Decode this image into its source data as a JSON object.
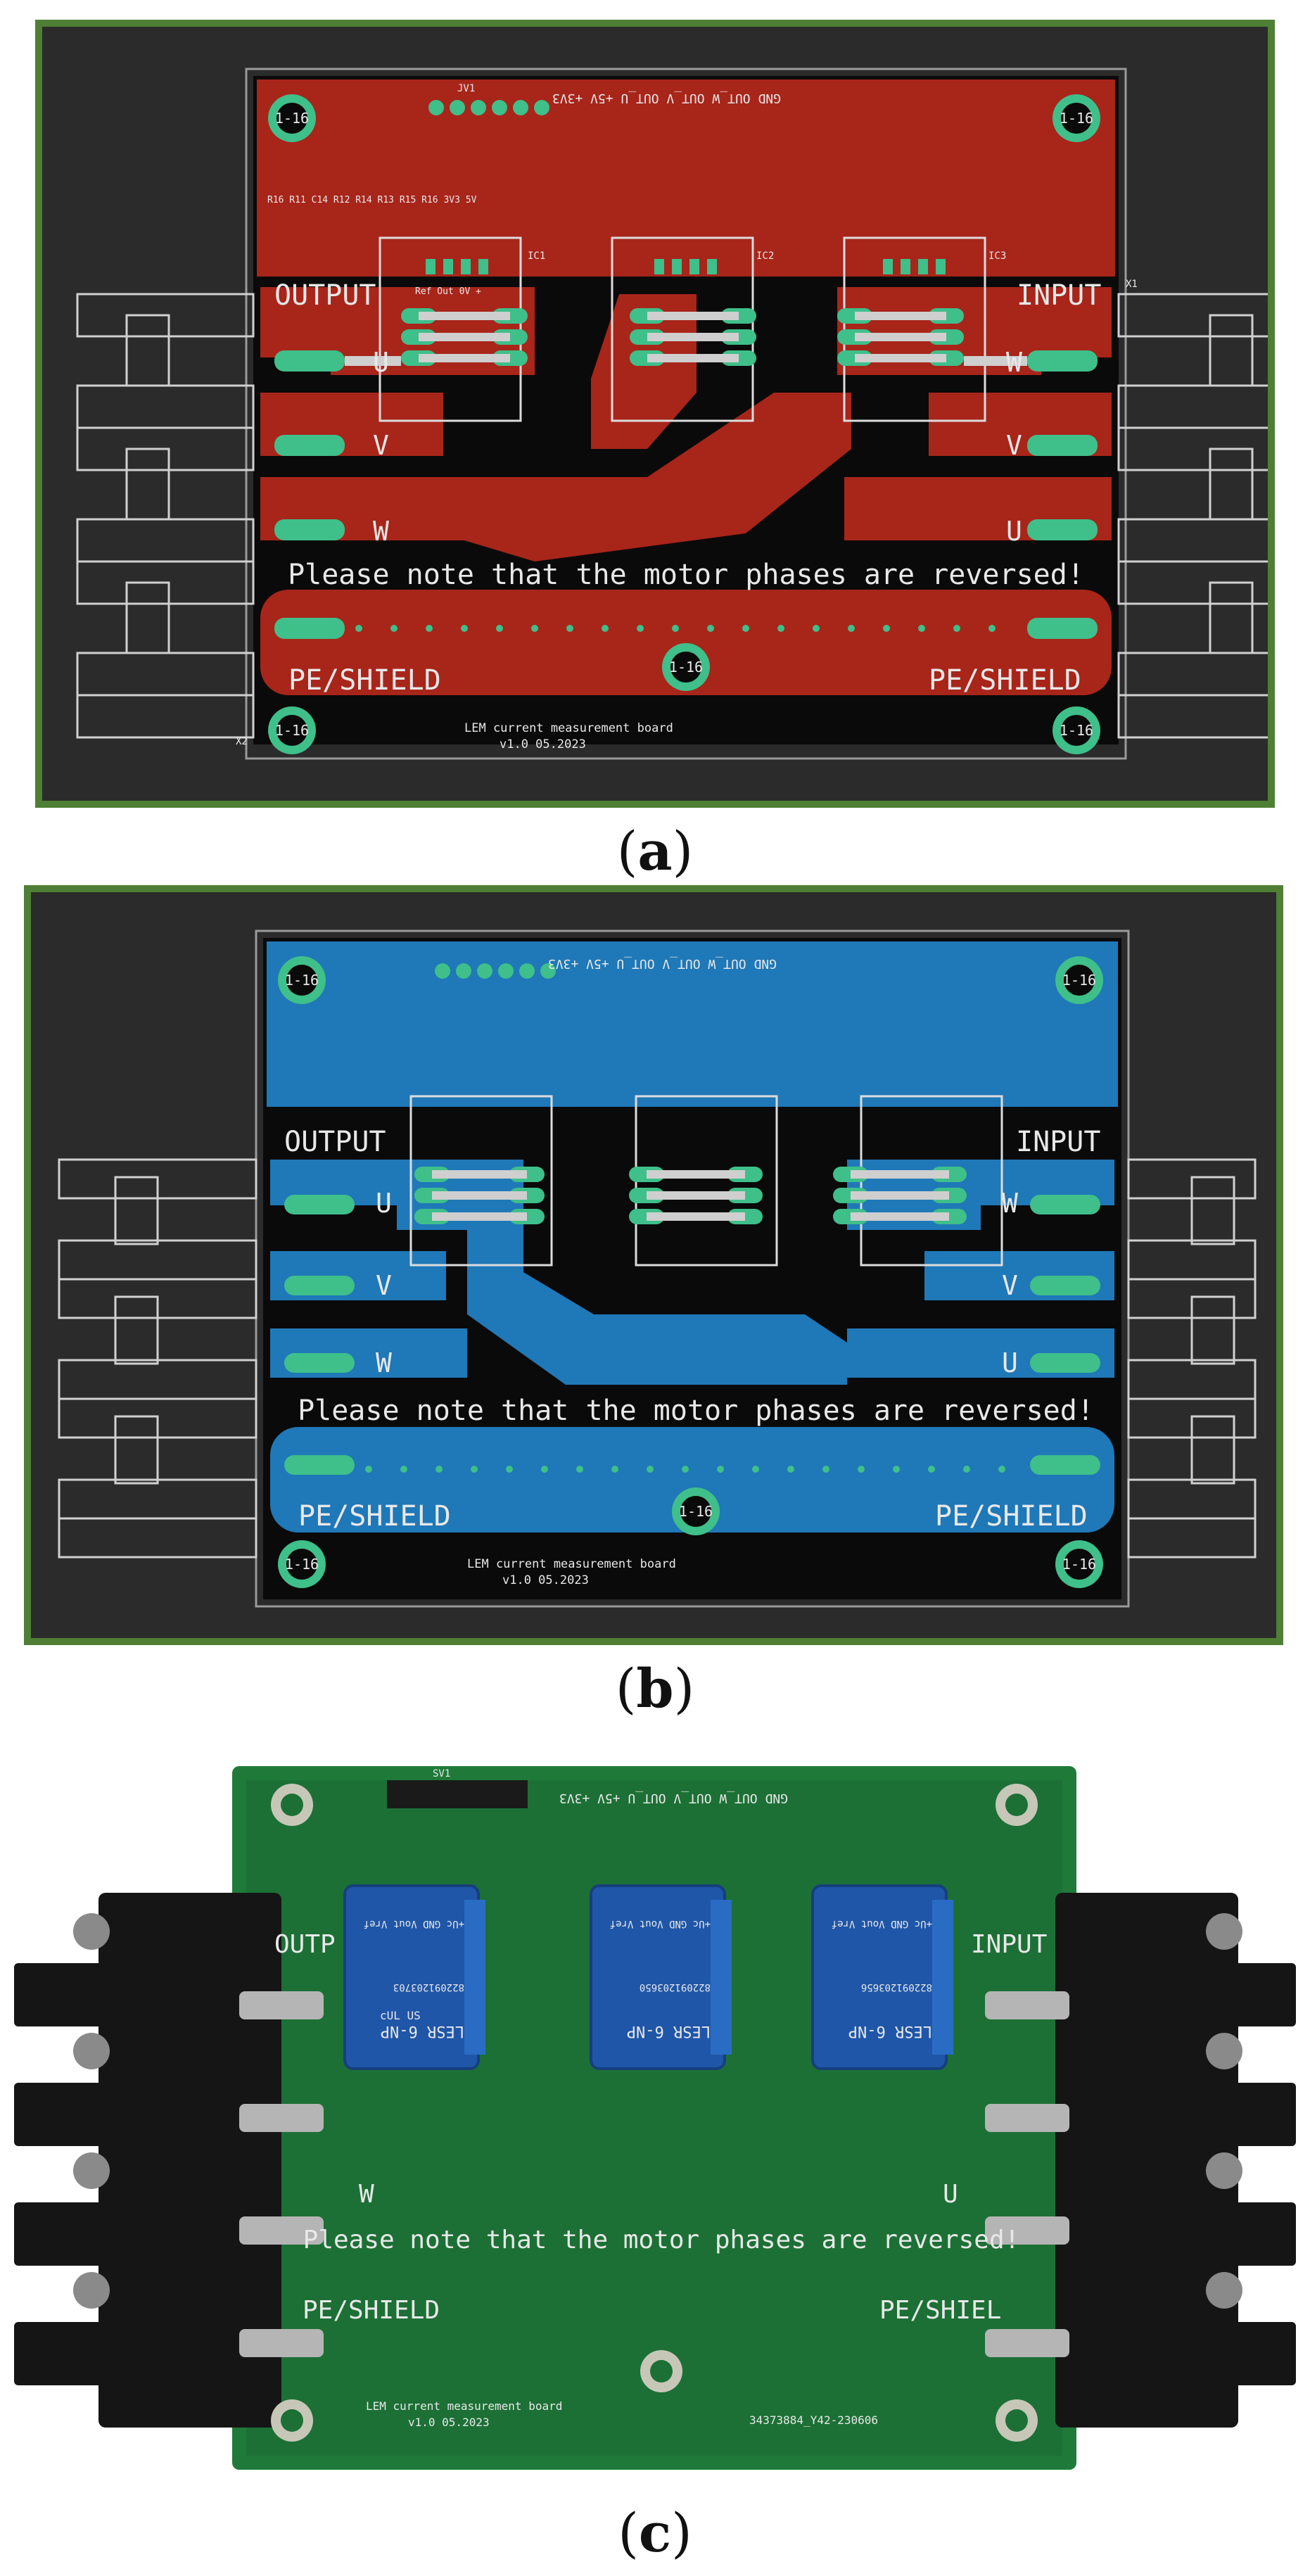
{
  "colors": {
    "frame_green": "#4f7f34",
    "pcb_top_red": "#a8251a",
    "pcb_bottom_blue": "#1f78b8",
    "pcb_green": "#1f7a3a",
    "sensor_blue": "#1f56a8",
    "pad_teal": "#3fbf8a"
  },
  "captions": {
    "a": "a",
    "b": "b",
    "c": "c"
  },
  "board": {
    "header": "GND OUT_W OUT_V OUT_U +5V +3V3",
    "header_ref": "JV1",
    "label_output": "OUTPUT",
    "label_input": "INPUT",
    "phase_u": "U",
    "phase_v": "V",
    "phase_w": "W",
    "warning": "Please note that the motor phases are reversed!",
    "pe_left": "PE/SHIELD",
    "pe_right": "PE/SHIELD",
    "mount_hole": "1-16",
    "title": "LEM current measurement board",
    "version": "v1.0 05.2023",
    "ic1": "IC1",
    "ic2": "IC2",
    "ic3": "IC3",
    "ref_x1": "X1",
    "ref_x2": "X2",
    "pin_labels": "Ref Out 0V +",
    "smd_refs": "R16 R11 C14 R12 R14 R13 R15 R16 3V3 5V"
  },
  "photo": {
    "header": "GND OUT_W OUT_V OUT_U +5V +3V3",
    "header_ref": "SV1",
    "label_output": "OUTP",
    "label_input": "INPUT",
    "phase_w": "W",
    "phase_u": "U",
    "warning": "Please note that the motor phases are reversed!",
    "pe_left": "PE/SHIELD",
    "pe_right": "PE/SHIEL",
    "title": "LEM current measurement board",
    "version": "v1.0 05.2023",
    "serial": "34373884_Y42-230606",
    "sensor_model": "LESR 6-NP",
    "sensor_pins": "+Uc GND Vout Vref",
    "sensor_codes": [
      "822091203703",
      "822091203650",
      "822091203656"
    ],
    "ul_mark": "cUL US"
  }
}
